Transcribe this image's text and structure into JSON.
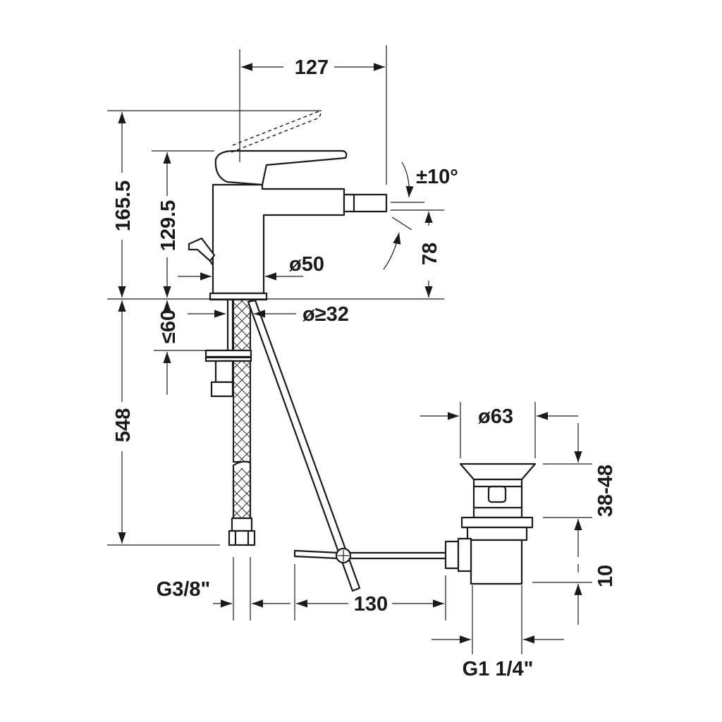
{
  "dimensions": {
    "width_127": "127",
    "height_165_5": "165.5",
    "height_129_5": "129.5",
    "spray_angle": "±10°",
    "spout_height_78": "78",
    "body_diameter": "ø50",
    "hole_diameter": "ø≥32",
    "deck_thickness": "≤60",
    "hose_length": "548",
    "waste_diameter": "ø63",
    "waste_range": "38-48",
    "waste_offset": "10",
    "hose_thread": "G3/8\"",
    "rod_distance": "130",
    "waste_thread": "G1 1/4\""
  },
  "colors": {
    "line": "#1a1a1a",
    "background": "#ffffff"
  }
}
